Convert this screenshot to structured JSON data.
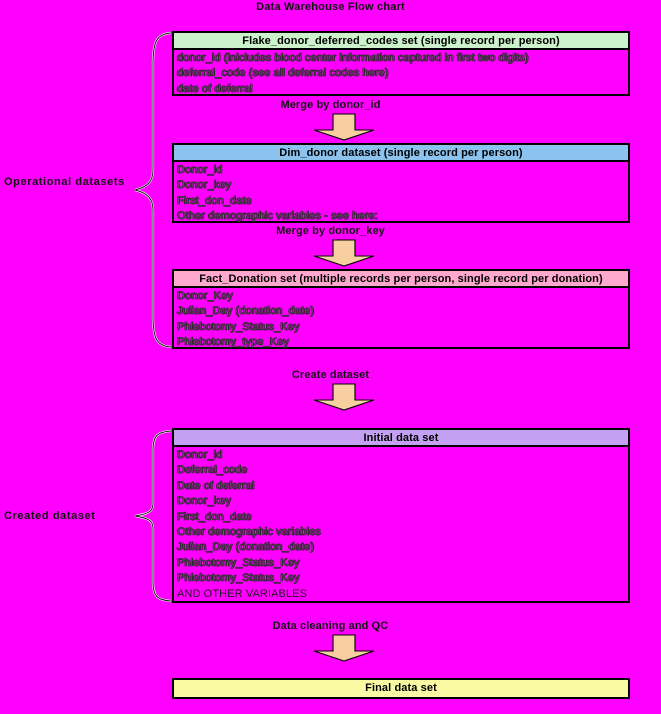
{
  "title": "Data Warehouse Flow chart",
  "colors": {
    "canvas": "#FF00FF",
    "flake_header": "#CCF2CC",
    "dim_header": "#8CC3EE",
    "fact_header": "#FFA8CE",
    "initial_header": "#C3A0F2",
    "final_header": "#FAFAA5",
    "arrow_fill": "#F7CFA0",
    "outline": "#000000",
    "field_text": "#E83BE8"
  },
  "groups": {
    "operational": {
      "label": "Operational datasets"
    },
    "created": {
      "label": "Created dataset"
    }
  },
  "boxes": {
    "flake": {
      "header": "Flake_donor_deferred_codes set (single record per person)",
      "fields": [
        "donor_id (inlcludes blood center information captured in first two digits)",
        "deferral_code     (see all deferral codes here)",
        "date of deferral"
      ]
    },
    "dim": {
      "header": "Dim_donor dataset (single record per person)",
      "fields": [
        "Donor_id",
        "Donor_key",
        "First_don_date",
        "Other demographic variables - see here:"
      ]
    },
    "fact": {
      "header": "Fact_Donation set (multiple records per person, single record per donation)",
      "fields": [
        "Donor_Key",
        "Julian_Day (donation_date)",
        "Phlebotomy_Status_Key",
        "Phlebotomy_type_Key"
      ]
    },
    "initial": {
      "header": "Initial data set",
      "fields": [
        "Donor_id",
        "Deferral_code",
        "Date of deferral",
        "Donor_key",
        "First_don_date",
        "Other demographic variables",
        "Julian_Day (donation_date)",
        "Phlebotomy_Status_Key",
        "Phlebotomy_Status_Key",
        "AND OTHER VARIABLES"
      ]
    },
    "final": {
      "header": "Final data set",
      "fields": []
    }
  },
  "processes": {
    "merge_donor_id": "Merge by donor_id",
    "merge_donor_key": "Merge by donor_key",
    "create_dataset": "Create dataset",
    "data_cleaning": "Data cleaning and QC"
  }
}
